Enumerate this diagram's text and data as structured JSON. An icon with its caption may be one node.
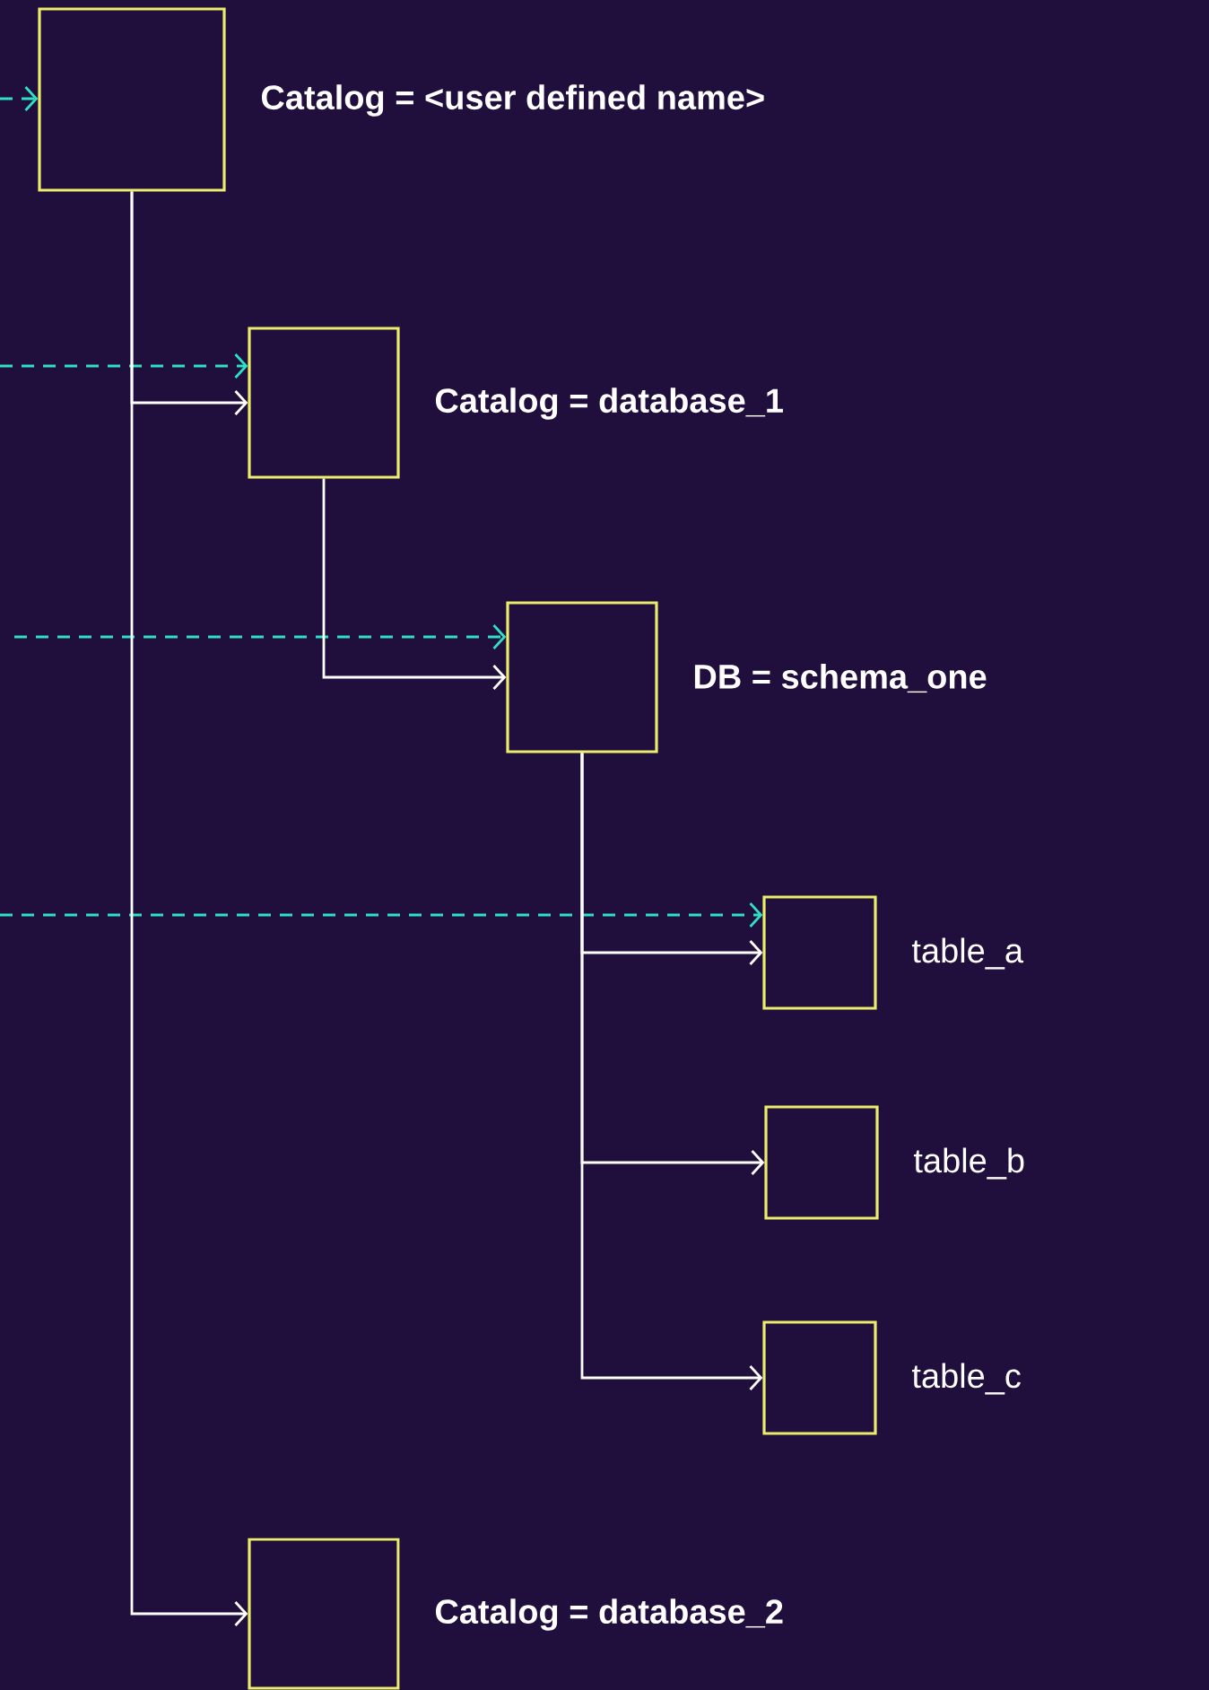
{
  "diagram": {
    "nodes": [
      {
        "text": [],
        "shape": "box",
        "beside": [
          "Catalog = <user defined name>"
        ]
      },
      {
        "text": [],
        "shape": "box",
        "beside": [
          "Catalog = database_1"
        ]
      },
      {
        "text": [],
        "shape": "box",
        "beside": [
          "DB = schema_one"
        ]
      },
      {
        "text": [],
        "shape": "box",
        "beside": [
          "table_a"
        ]
      },
      {
        "text": [],
        "shape": "box",
        "beside": [
          "table_b"
        ]
      },
      {
        "text": [],
        "shape": "box",
        "beside": [
          "table_c"
        ]
      },
      {
        "text": [],
        "shape": "box",
        "beside": [
          "Catalog = database_2"
        ]
      }
    ],
    "edges": [
      {
        "from": null,
        "to": 0,
        "arrow": "to",
        "style": "dashed",
        "color": "#2fe0c4"
      },
      {
        "from": null,
        "to": 1,
        "arrow": "to",
        "style": "dashed",
        "color": "#2fe0c4"
      },
      {
        "from": null,
        "to": 2,
        "arrow": "to",
        "style": "dashed",
        "color": "#2fe0c4"
      },
      {
        "from": null,
        "to": 3,
        "arrow": "to",
        "style": "dashed",
        "color": "#2fe0c4"
      },
      {
        "from": 0,
        "to": 1,
        "arrow": "to"
      },
      {
        "from": 0,
        "to": 6,
        "arrow": "to"
      },
      {
        "from": 1,
        "to": 2,
        "arrow": "to"
      },
      {
        "from": 2,
        "to": 3,
        "arrow": "to"
      },
      {
        "from": 2,
        "to": 4,
        "arrow": "to"
      },
      {
        "from": 2,
        "to": 5,
        "arrow": "to"
      }
    ]
  }
}
